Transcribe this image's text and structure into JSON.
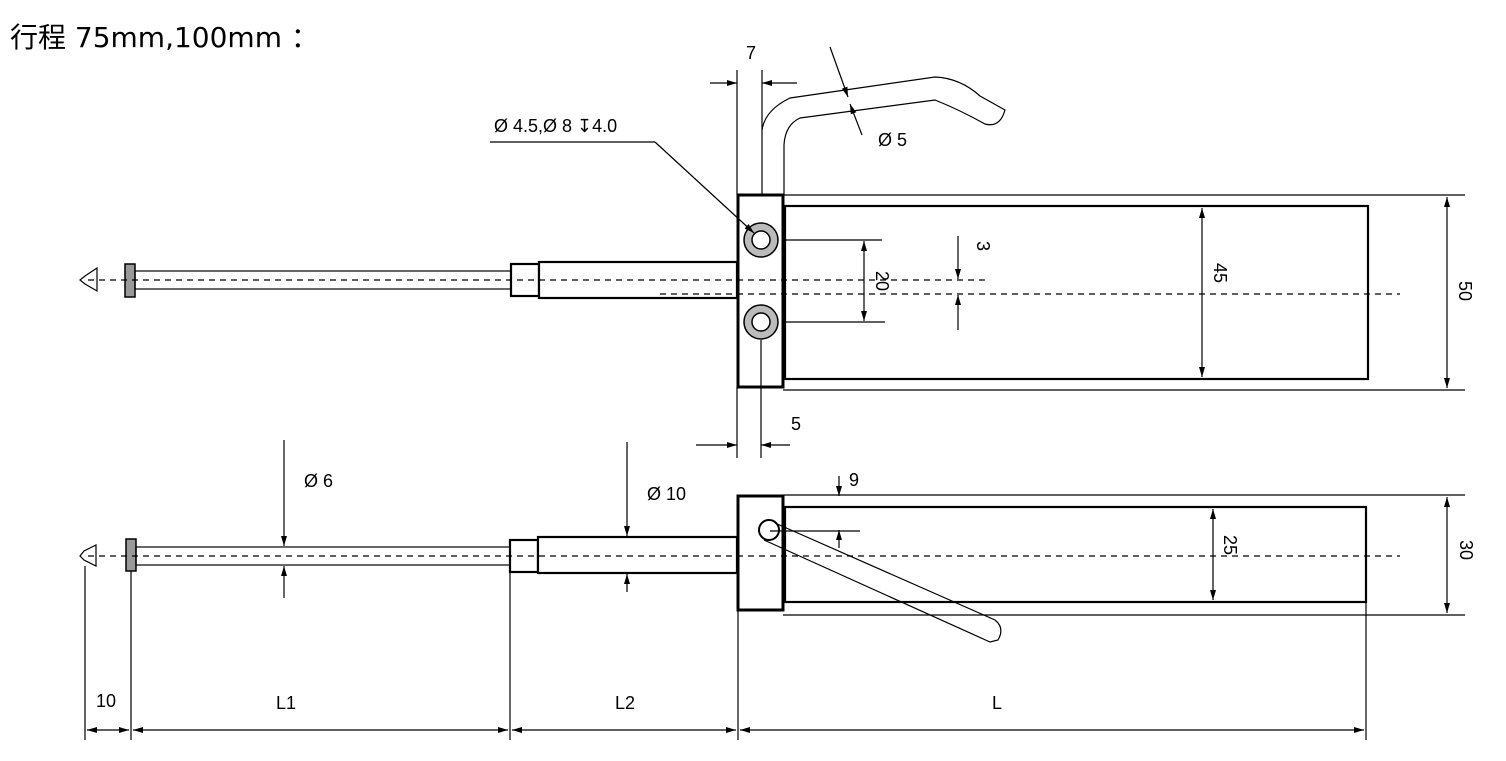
{
  "title": "行程 75mm,100mm ：",
  "top_view": {
    "hole_callout": "Ø 4.5,Ø 8 ↧4.0",
    "cable_dia": "Ø 5",
    "dim_7": "7",
    "dim_5": "5",
    "dim_3": "3",
    "dim_20": "20",
    "dim_45": "45",
    "dim_50": "50"
  },
  "side_view": {
    "dia_6": "Ø 6",
    "dia_10": "Ø 10",
    "dim_9": "9",
    "dim_25": "25",
    "dim_30": "30",
    "len_10": "10",
    "len_L1": "L1",
    "len_L2": "L2",
    "len_L": "L"
  }
}
